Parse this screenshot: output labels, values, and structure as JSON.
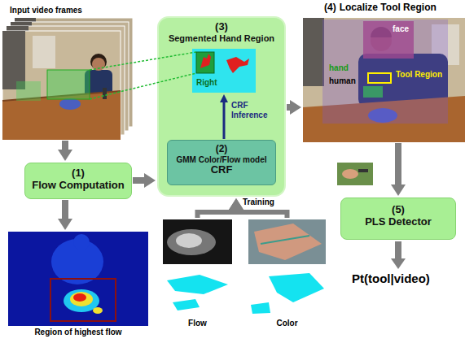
{
  "diagram": {
    "nodes": [
      {
        "text": [
          "Input video frames"
        ]
      },
      {
        "text": [
          "(3)",
          "Segmented Hand Region"
        ]
      },
      {
        "text": [
          "Right"
        ],
        "in": 1
      },
      {
        "text": [
          "(2)",
          "GMM Color/Flow model",
          "CRF"
        ],
        "in": 1
      },
      {
        "text": [
          "(4)",
          "Localize Tool Region"
        ]
      },
      {
        "text": [
          "(1)",
          "Flow Computation"
        ]
      },
      {
        "text": [
          "(5)",
          "PLS Detector"
        ]
      },
      {
        "text": [
          "Region of highest flow"
        ]
      },
      {
        "text": [
          "Flow"
        ]
      },
      {
        "text": [
          "Color"
        ]
      }
    ],
    "edges": [
      {
        "from": 0,
        "to": 5,
        "arrow": "to"
      },
      {
        "from": 5,
        "to": 7,
        "arrow": "to"
      },
      {
        "from": 5,
        "to": 1,
        "arrow": "to"
      },
      {
        "from": 3,
        "to": 2,
        "label": "CRF Inference",
        "arrow": "to"
      },
      {
        "from": 1,
        "to": 4,
        "arrow": "to"
      },
      {
        "from": 4,
        "to": 6,
        "arrow": "to"
      },
      {
        "from": 8,
        "to": 1,
        "label": "Training",
        "arrow": "to"
      },
      {
        "from": 9,
        "to": 1,
        "arrow": "to"
      }
    ],
    "labels": [
      "face",
      "hand",
      "human",
      "Tool Region",
      "Pt(tool|video)"
    ]
  }
}
